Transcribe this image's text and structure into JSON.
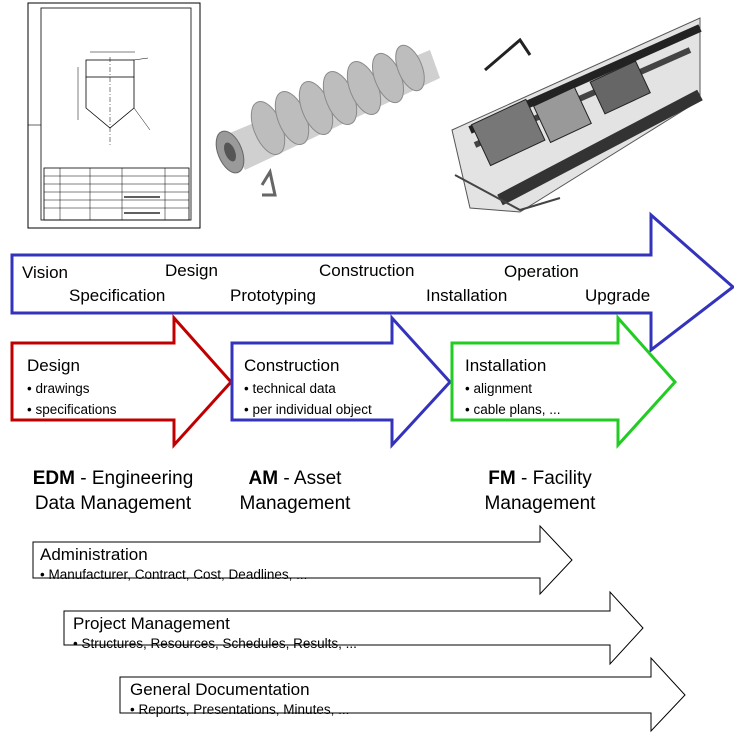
{
  "phases_top": [
    "Vision",
    "Design",
    "Construction",
    "Operation"
  ],
  "phases_bottom": [
    "Specification",
    "Prototyping",
    "Installation",
    "Upgrade"
  ],
  "design_box": {
    "title": "Design",
    "items": [
      "drawings",
      "specifications"
    ],
    "color": "#c00000"
  },
  "construction_box": {
    "title": "Construction",
    "items": [
      "technical data",
      "per individual object"
    ],
    "color": "#3333bb"
  },
  "installation_box": {
    "title": "Installation",
    "items": [
      "alignment",
      "cable plans, ..."
    ],
    "color": "#22cc22"
  },
  "edm": {
    "abbr": "EDM",
    "line1": " - Engineering",
    "line2": "Data Management"
  },
  "am": {
    "abbr": "AM",
    "line1": " - Asset",
    "line2": "Management"
  },
  "fm": {
    "abbr": "FM",
    "line1": " - Facility",
    "line2": "Management"
  },
  "administration": {
    "title": "Administration",
    "detail": "Manufacturer, Contract, Cost, Deadlines, ..."
  },
  "project_management": {
    "title": "Project Management",
    "detail": "Structures, Resources, Schedules, Results, ..."
  },
  "general_documentation": {
    "title": "General Documentation",
    "detail": "Reports, Presentations, Minutes, ..."
  },
  "main_arrow_color": "#3333bb"
}
